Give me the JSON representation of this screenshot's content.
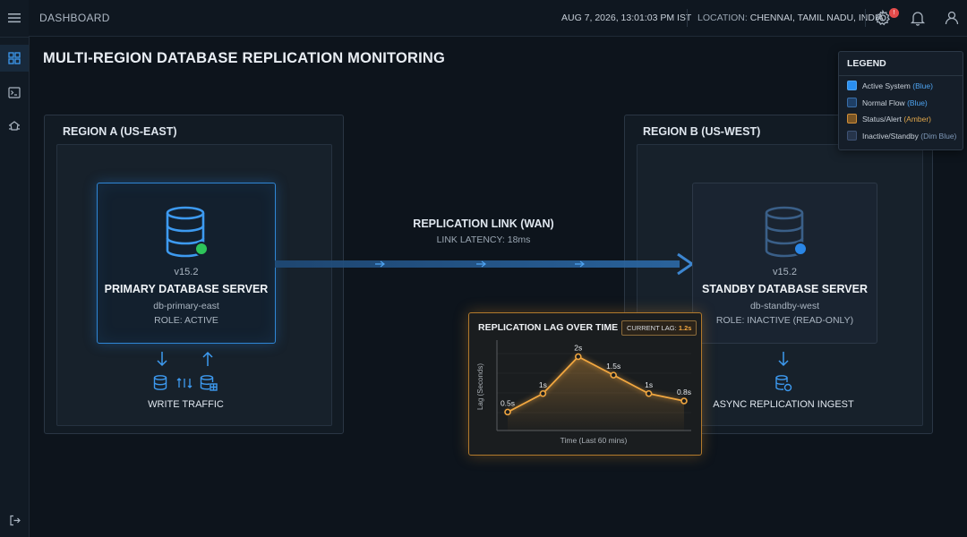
{
  "topbar": {
    "title": "DASHBOARD",
    "datetime": "AUG 7, 2026, 13:01:03 PM IST",
    "location_label": "LOCATION:",
    "location_value": "CHENNAI, TAMIL NADU, INDIA",
    "notification_count": "!"
  },
  "page_title": "MULTI-REGION DATABASE REPLICATION MONITORING",
  "region_a": {
    "title": "REGION A (US-EAST)",
    "server": {
      "version": "v15.2",
      "name": "PRIMARY DATABASE SERVER",
      "host": "db-primary-east",
      "role": "ROLE: ACTIVE",
      "status_color": "#2ec45a"
    },
    "traffic_label": "WRITE TRAFFIC"
  },
  "region_b": {
    "title": "REGION B (US-WEST)",
    "server": {
      "version": "v15.2",
      "name": "STANDBY DATABASE SERVER",
      "host": "db-standby-west",
      "role": "ROLE: INACTIVE (READ-ONLY)",
      "status_color": "#2a86e6"
    },
    "ingest_label": "ASYNC REPLICATION INGEST"
  },
  "link": {
    "title": "REPLICATION LINK (WAN)",
    "latency": "LINK LATENCY: 18ms"
  },
  "legend": {
    "title": "LEGEND",
    "items": [
      {
        "label": "Active System",
        "accent": "(Blue)",
        "color": "#2a8ff0"
      },
      {
        "label": "Normal Flow",
        "accent": "(Blue)",
        "color": "#1e3f66"
      },
      {
        "label": "Status/Alert",
        "accent": "(Amber)",
        "color": "#7a5524"
      },
      {
        "label": "Inactive/Standby",
        "accent": "(Dim Blue)",
        "color": "#26344a"
      }
    ]
  },
  "chart_panel": {
    "current_lag_label": "CURRENT LAG:",
    "current_lag_value": "1.2s"
  },
  "chart_data": {
    "type": "line",
    "title": "REPLICATION LAG OVER TIME",
    "xlabel": "Time (Last 60 mins)",
    "ylabel": "Lag (Seconds)",
    "ylim": [
      0,
      2.4
    ],
    "series": [
      {
        "values": [
          0.5,
          1,
          2,
          1.5,
          1,
          0.8
        ],
        "labels": [
          "0.5s",
          "1s",
          "2s",
          "1.5s",
          "1s",
          "0.8s"
        ]
      }
    ],
    "color": "#f0a640"
  },
  "colors": {
    "accent_blue": "#2f86d6",
    "amber": "#f0a640"
  }
}
